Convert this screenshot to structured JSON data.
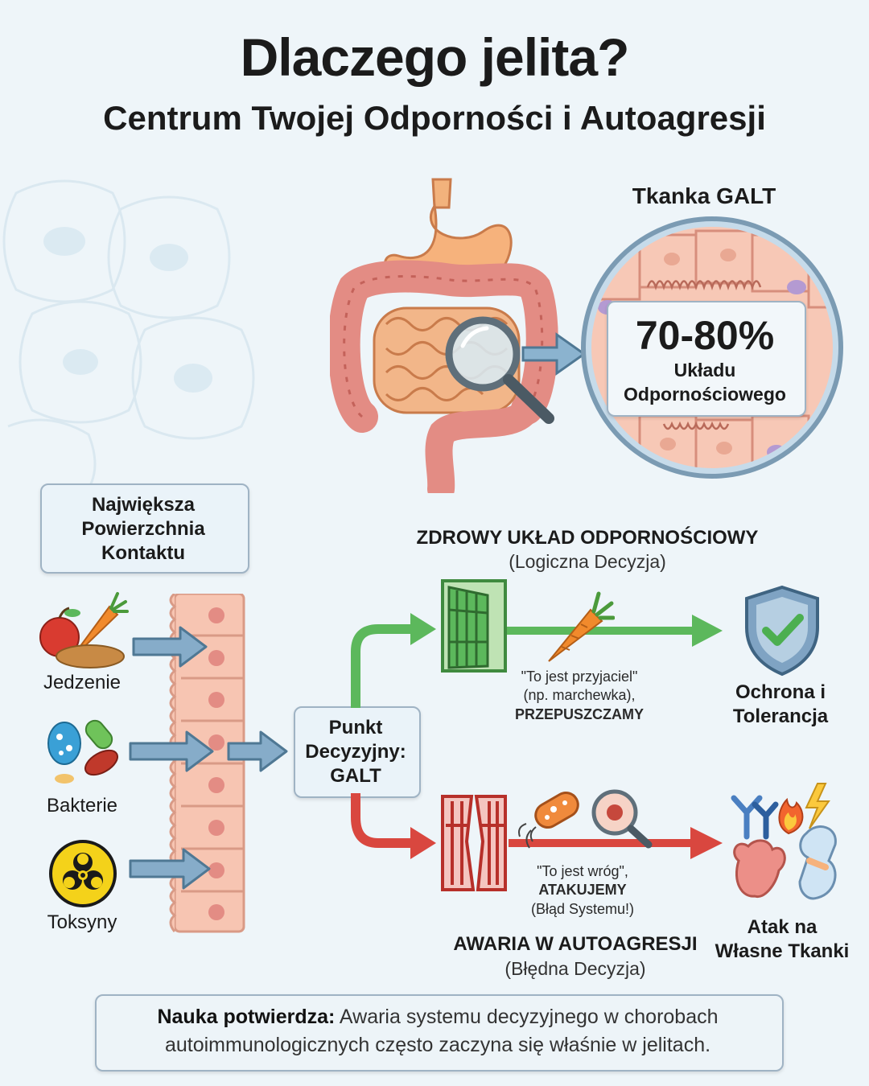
{
  "header": {
    "title": "Dlaczego jelita?",
    "subtitle": "Centrum Twojej Odporności i Autoagresji"
  },
  "galt": {
    "title": "Tkanka GALT",
    "percent": "70-80%",
    "label_line1": "Układu",
    "label_line2": "Odpornościowego"
  },
  "contact": {
    "line1": "Największa",
    "line2": "Powierzchnia",
    "line3": "Kontaktu"
  },
  "inputs": {
    "food": "Jedzenie",
    "bacteria": "Bakterie",
    "toxins": "Toksyny"
  },
  "decision": {
    "line1": "Punkt",
    "line2": "Decyzyjny:",
    "line3": "GALT"
  },
  "healthy": {
    "title": "ZDROWY UKŁAD ODPORNOŚCIOWY",
    "subtitle": "(Logiczna Decyzja)",
    "note_line1": "\"To jest przyjaciel\"",
    "note_line2": "(np. marchewka),",
    "note_line3": "PRZEPUSZCZAMY",
    "outcome_line1": "Ochrona i",
    "outcome_line2": "Tolerancja"
  },
  "autoimmune": {
    "title": "AWARIA W AUTOAGRESJI",
    "subtitle": "(Błędna Decyzja)",
    "note_line1": "\"To jest wróg\",",
    "note_line2": "ATAKUJEMY",
    "note_line3": "(Błąd Systemu!)",
    "outcome_line1": "Atak na",
    "outcome_line2": "Własne Tkanki"
  },
  "science": {
    "bold": "Nauka potwierdza:",
    "line1": " Awaria systemu decyzyjnego w chorobach",
    "line2": "autoimmunologicznych często zaczyna się właśnie w jelitach."
  },
  "colors": {
    "green": "#5cb85c",
    "red": "#d9473f",
    "blue_arrow": "#7fa7c6",
    "cells": "#f6c5b4"
  }
}
